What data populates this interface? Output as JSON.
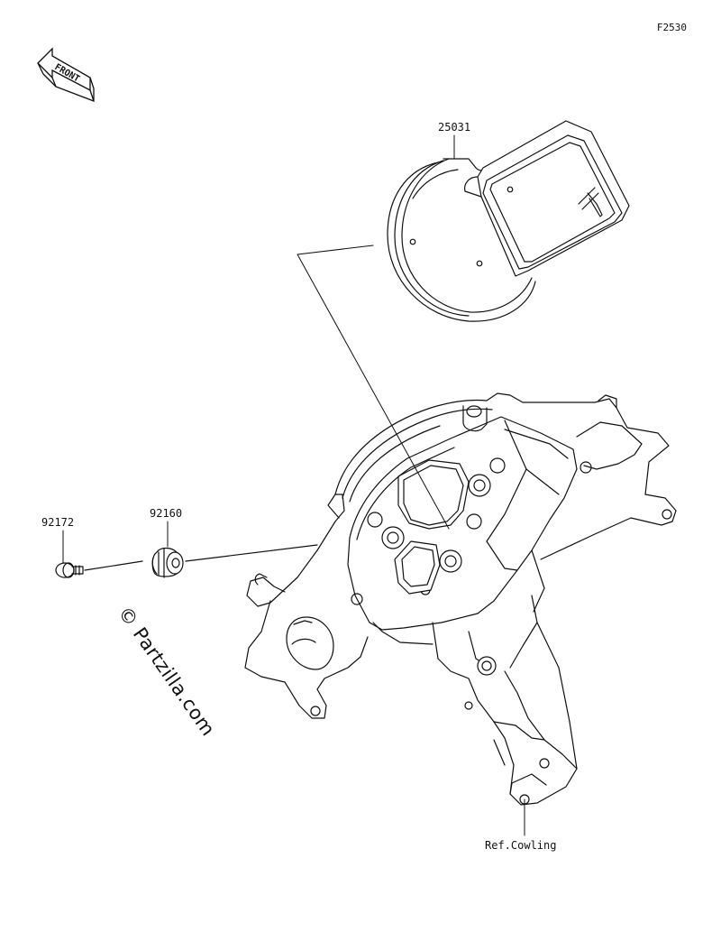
{
  "figure_id": "F2530",
  "front_arrow": {
    "label": "FRONT"
  },
  "callouts": {
    "meter_assembly": "25031",
    "screw": "92172",
    "damper": "92160",
    "reference": "Ref.Cowling"
  },
  "watermark": "© Partzilla.com",
  "colors": {
    "line": "#111111",
    "background": "#ffffff"
  }
}
